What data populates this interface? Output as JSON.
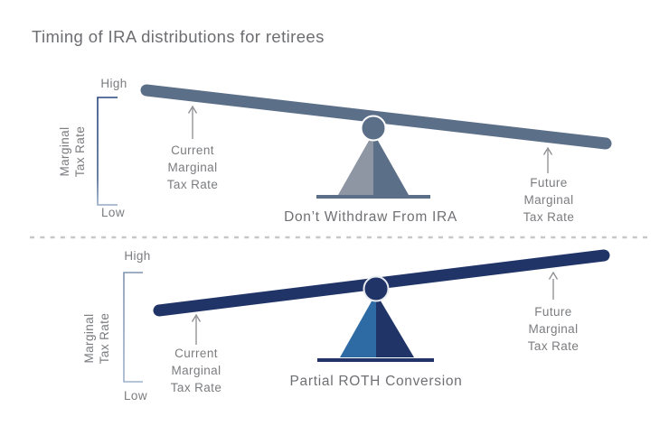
{
  "title": "Timing of IRA distributions for retirees",
  "colors": {
    "slate_beam": "#5c6f88",
    "slate_light": "#8e96a4",
    "navy_beam": "#203468",
    "medium_blue": "#2e6ba4",
    "label_gray": "#7b7c7f",
    "title_gray": "#6d6e71",
    "divider_gray": "#c7c7c5",
    "bracket_navy": "#27477b",
    "bracket_light": "#8ba0bd"
  },
  "panels": [
    {
      "id": "dont-withdraw-from-ira",
      "tilt": "left-high",
      "axis": {
        "high": "High",
        "low": "Low",
        "label": "Marginal\nTax Rate"
      },
      "left_note": "Current\nMarginal\nTax Rate",
      "right_note": "Future\nMarginal\nTax Rate",
      "caption": "Don’t Withdraw From IRA"
    },
    {
      "id": "partial-roth-conversion",
      "tilt": "right-high",
      "axis": {
        "high": "High",
        "low": "Low",
        "label": "Marginal\nTax Rate"
      },
      "left_note": "Current\nMarginal\nTax Rate",
      "right_note": "Future\nMarginal\nTax Rate",
      "caption": "Partial ROTH Conversion"
    }
  ]
}
